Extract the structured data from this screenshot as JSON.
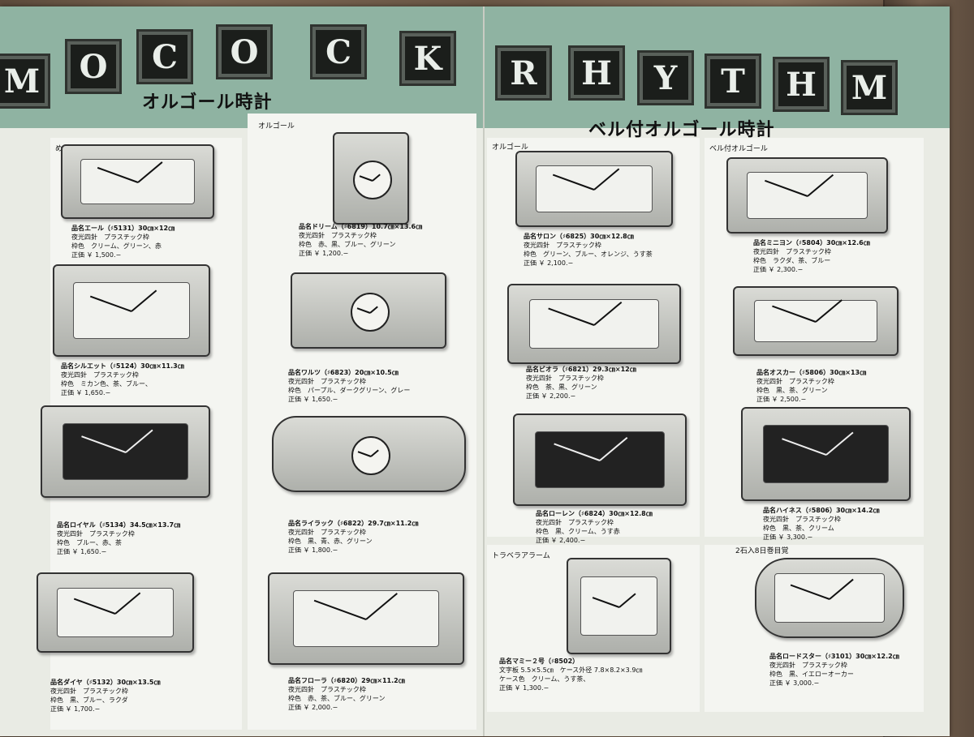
{
  "tiles_left": [
    "M",
    "O",
    "C",
    "O",
    "C",
    "K"
  ],
  "tiles_right": [
    "R",
    "H",
    "Y",
    "T",
    "H",
    "M"
  ],
  "titles": {
    "left": "オルゴール時計",
    "right": "ベル付オルゴール時計"
  },
  "sections": {
    "mezamashi": "めざまし",
    "orgel_left": "オルゴール",
    "orgel_right": "オルゴール",
    "bell_orgel": "ベル付オルゴール",
    "travel": "トラベラアラーム",
    "eightday": "2石入8日巻目覚"
  },
  "products": [
    {
      "name": "品名エール（♯5131）30㎝×12㎝",
      "l1": "夜光四針　プラスチック枠",
      "l2": "枠色　クリーム、グリーン、赤",
      "price": "正価 ￥ 1,500.−"
    },
    {
      "name": "品名シルエット（♯5124）30㎝×11.3㎝",
      "l1": "夜光四針　プラスチック枠",
      "l2": "枠色　ミカン色、茶、ブルー、",
      "price": "正価 ￥ 1,650.−"
    },
    {
      "name": "品名ロイヤル（♯5134）34.5㎝×13.7㎝",
      "l1": "夜光四針　プラスチック枠",
      "l2": "枠色　ブルー、赤、茶",
      "price": "正価 ￥ 1,650.−"
    },
    {
      "name": "品名ダイヤ（♯5132）30㎝×13.5㎝",
      "l1": "夜光四針　プラスチック枠",
      "l2": "枠色　黒、ブルー、ラクダ",
      "price": "正価 ￥ 1,700.−"
    },
    {
      "name": "品名ドリーム（♯6819）10.7㎝×13.6㎝",
      "l1": "夜光四針　プラスチック枠",
      "l2": "枠色　赤、黒、ブルー、グリーン",
      "price": "正価 ￥ 1,200.−"
    },
    {
      "name": "品名ワルツ（♯6823）20㎝×10.5㎝",
      "l1": "夜光四針　プラスチック枠",
      "l2": "枠色　パープル、ダークグリーン、グレー",
      "price": "正価 ￥ 1,650.−"
    },
    {
      "name": "品名ライラック（♯6822）29.7㎝×11.2㎝",
      "l1": "夜光四針　プラスチック枠",
      "l2": "枠色　黒、青、赤、グリーン",
      "price": "正価 ￥ 1,800.−"
    },
    {
      "name": "品名フローラ（♯6820）29㎝×11.2㎝",
      "l1": "夜光四針　プラスチック枠",
      "l2": "枠色　赤、茶、ブルー、グリーン",
      "price": "正価 ￥ 2,000.−"
    },
    {
      "name": "品名サロン（♯6825）30㎝×12.8㎝",
      "l1": "夜光四針　プラスチック枠",
      "l2": "枠色　グリーン、ブルー、オレンジ、うす茶",
      "price": "正価 ￥ 2,100.−"
    },
    {
      "name": "品名ビオラ（♯6821）29.3㎝×12㎝",
      "l1": "夜光四針　プラスチック枠",
      "l2": "枠色　茶、黒、グリーン",
      "price": "正価 ￥ 2,200.−"
    },
    {
      "name": "品名ローレン（♯6824）30㎝×12.8㎝",
      "l1": "夜光四針　プラスチック枠",
      "l2": "枠色　黒、クリーム、うす赤",
      "price": "正価 ￥ 2,400.−"
    },
    {
      "name": "品名マミー２号（♯8502）",
      "l1": "文字板 5.5×5.5㎝　ケース外径 7.8×8.2×3.9㎝",
      "l2": "ケース色　クリーム、うす茶、",
      "price": "正価 ￥ 1,300.−"
    },
    {
      "name": "品名ミニヨン（♯5804）30㎝×12.6㎝",
      "l1": "夜光四針　プラスチック枠",
      "l2": "枠色　ラクダ、茶、ブルー",
      "price": "正価 ￥ 2,300.−"
    },
    {
      "name": "品名オスカー（♯5806）30㎝×13㎝",
      "l1": "夜光四針　プラスチック枠",
      "l2": "枠色　黒、茶、グリーン",
      "price": "正価 ￥ 2,500.−"
    },
    {
      "name": "品名ハイネス（♯5806）30㎝×14.2㎝",
      "l1": "夜光四針　プラスチック枠",
      "l2": "枠色　黒、茶、クリーム",
      "price": "正価 ￥ 3,300.−"
    },
    {
      "name": "品名ロードスター（♯3101）30㎝×12.2㎝",
      "l1": "夜光四針　プラスチック枠",
      "l2": "枠色　黒、イエローオーカー",
      "price": "正価 ￥ 3,000.−"
    }
  ]
}
